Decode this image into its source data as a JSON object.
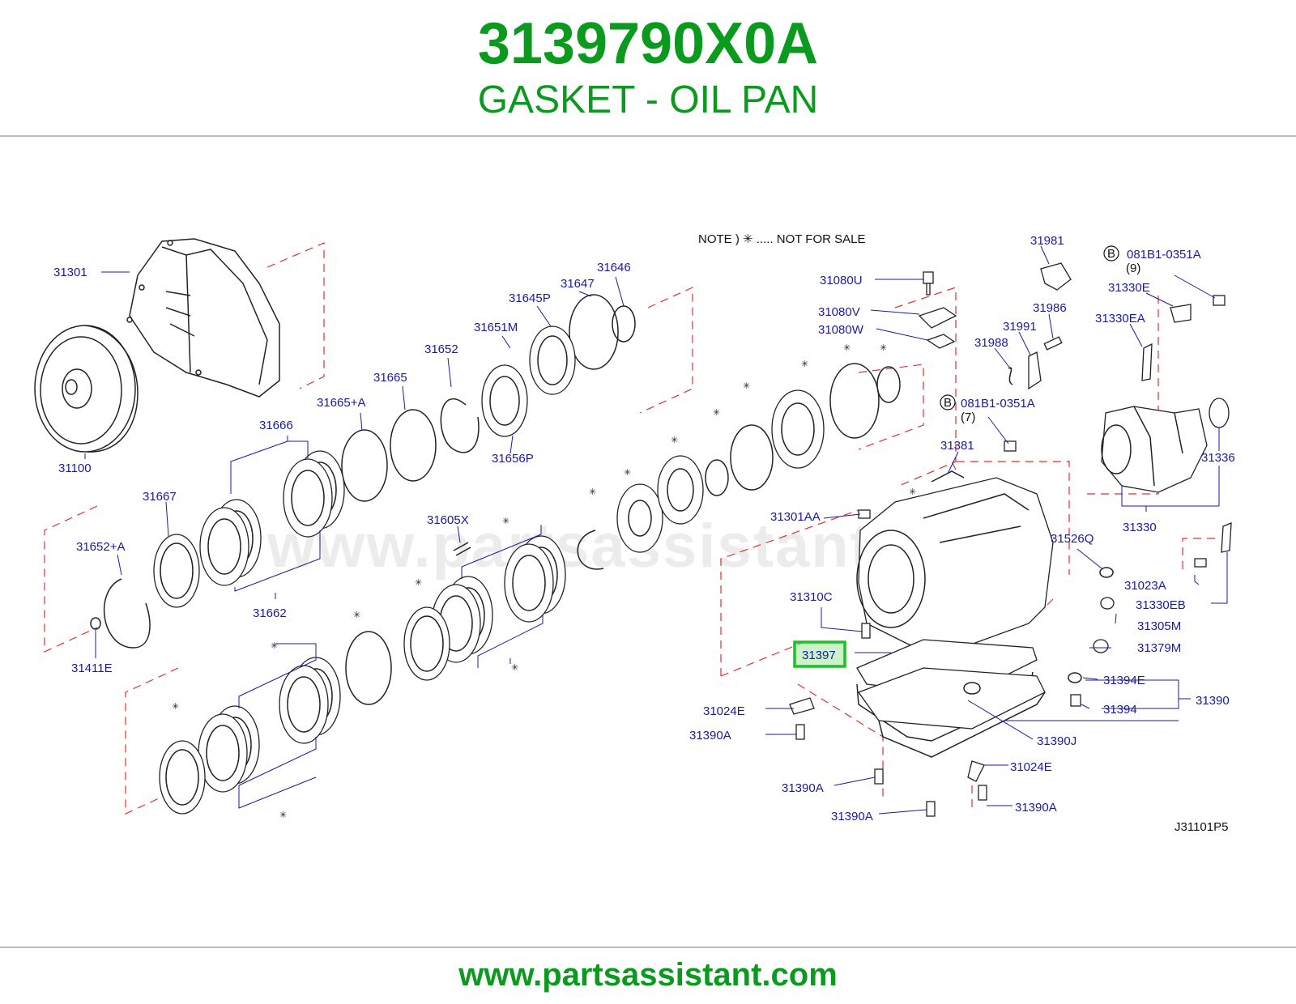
{
  "header": {
    "part_number": "3139790X0A",
    "part_name": "GASKET - OIL PAN"
  },
  "diagram": {
    "note": "NOTE )  ✳ ..... NOT  FOR  SALE",
    "watermark": "www.partsassistant.com",
    "diagram_code": "J31101P5",
    "highlighted_part": "31397",
    "highlight_color": "#1fbf2a",
    "label_color": "#1a1aa0",
    "dashed_line_color": "#e03030",
    "labels": [
      "31301",
      "31100",
      "31646",
      "31647",
      "31645P",
      "31651M",
      "31652",
      "31665",
      "31656P",
      "31665+A",
      "31666",
      "31667",
      "31652+A",
      "31662",
      "31411E",
      "31605X",
      "31080U",
      "31080V",
      "31080W",
      "31981",
      "31986",
      "31991",
      "31988",
      "B",
      "081B1-0351A",
      "(9)",
      "31330E",
      "31330EA",
      "081B1-0351A",
      "(7)",
      "31381",
      "31336",
      "31330",
      "31301AA",
      "31526Q",
      "31023A",
      "31330EB",
      "31310C",
      "31305M",
      "31379M",
      "31394E",
      "31390",
      "31394",
      "31024E",
      "31390A",
      "31390J",
      "31024E",
      "31390A",
      "31390A",
      "31390A"
    ]
  },
  "footer": {
    "url": "www.partsassistant.com"
  },
  "brand_color": "#0a9a1e"
}
